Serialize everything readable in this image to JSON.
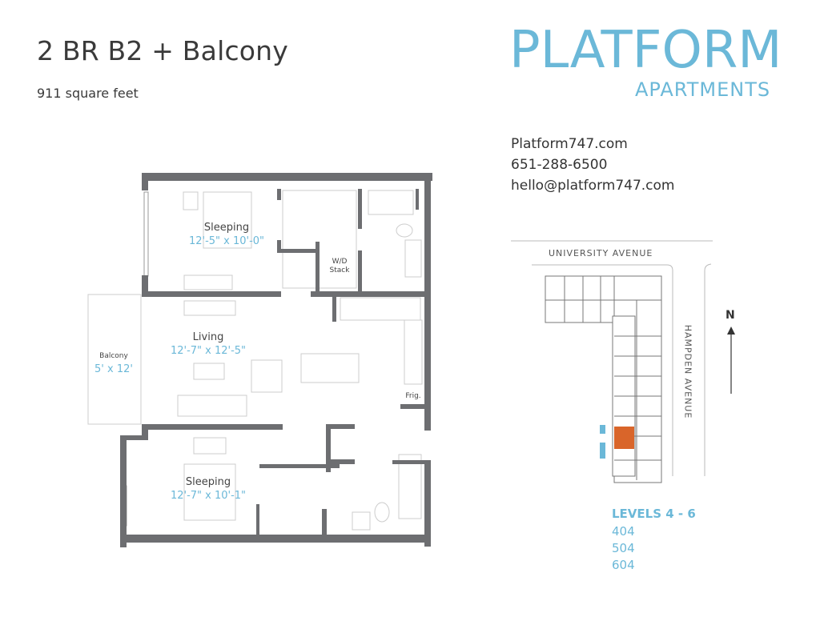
{
  "header": {
    "title": "2 BR B2 + Balcony",
    "area": "911 square feet"
  },
  "logo": {
    "main": "PLATFORM",
    "sub": "APARTMENTS"
  },
  "contact": {
    "website": "Platform747.com",
    "phone": "651-288-6500",
    "email": "hello@platform747.com"
  },
  "floor_plan": {
    "rooms": [
      {
        "name": "Sleeping",
        "dims": "12'-5\" x 10'-0\""
      },
      {
        "name": "Living",
        "dims": "12'-7\" x 12'-5\""
      },
      {
        "name": "Sleeping",
        "dims": "12'-7\" x 10'-1\""
      },
      {
        "name": "Balcony",
        "dims": "5' x 12'"
      }
    ],
    "labels": {
      "wd_line1": "W/D",
      "wd_line2": "Stack",
      "fridge": "Frig."
    }
  },
  "site_map": {
    "street_north": "UNIVERSITY AVENUE",
    "street_east": "HAMPDEN AVENUE",
    "compass": "N",
    "highlight_color": "#d9652a",
    "accent_color": "#6bb8d8"
  },
  "levels": {
    "heading": "LEVELS 4 - 6",
    "units": [
      "404",
      "504",
      "604"
    ]
  }
}
